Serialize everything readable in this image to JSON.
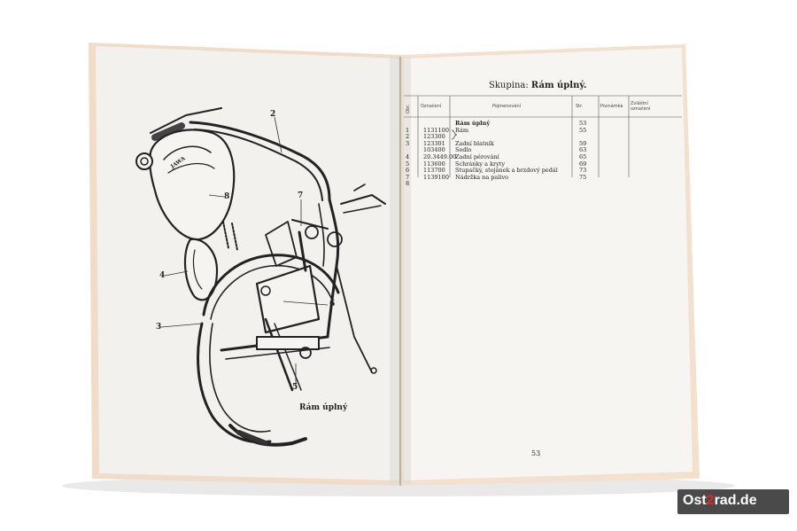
{
  "figure": {
    "labels": [
      {
        "id": "2",
        "text": "2"
      },
      {
        "id": "8",
        "text": "8"
      },
      {
        "id": "7",
        "text": "7"
      },
      {
        "id": "4",
        "text": "4"
      },
      {
        "id": "6",
        "text": "6"
      },
      {
        "id": "3",
        "text": "3"
      },
      {
        "id": "5",
        "text": "5"
      }
    ],
    "tank_emblem": "JAWA",
    "caption": "Rám úplný"
  },
  "right_page": {
    "title_prefix": "Skupina:",
    "title_group": "Rám úplný.",
    "columns": [
      "Obr.",
      "Označení",
      "Pojmenování",
      "Str.",
      "Poznámka",
      "Zvláštní označení"
    ],
    "rows": [
      {
        "no": "",
        "code": "",
        "name": "Rám úplný",
        "page": "53",
        "bold": true
      },
      {
        "no": "1",
        "code": "1131100",
        "name": "Rám",
        "page": "55"
      },
      {
        "no": "2",
        "code": "123300",
        "name": "",
        "page": ""
      },
      {
        "no": "3",
        "code": "123301",
        "name": "Zadní blatník",
        "page": "59"
      },
      {
        "no": "",
        "code": "103400",
        "name": "Sedlo",
        "page": "63"
      },
      {
        "no": "4",
        "code": "20.3449.00",
        "name": "Zadní pérování",
        "page": "65"
      },
      {
        "no": "5",
        "code": "113600",
        "name": "Schránky a kryty",
        "page": "69"
      },
      {
        "no": "6",
        "code": "113700",
        "name": "Stupačky, stojánek a brzdový pedál",
        "page": "73"
      },
      {
        "no": "7",
        "code": "1139100",
        "name": "Nádržka na palivo",
        "page": "75"
      },
      {
        "no": "8",
        "code": "",
        "name": "",
        "page": ""
      }
    ],
    "page_number": "53"
  },
  "logo": {
    "part1": "Ost",
    "part2": "2",
    "part3": "rad.de"
  },
  "colors": {
    "paper_left": "#f2f1ee",
    "paper_right": "#f6f5f2",
    "edge": "#f0dcc7",
    "ink": "#222222",
    "logo_bg": "#4a4a4a",
    "logo_accent": "#e8262a"
  }
}
